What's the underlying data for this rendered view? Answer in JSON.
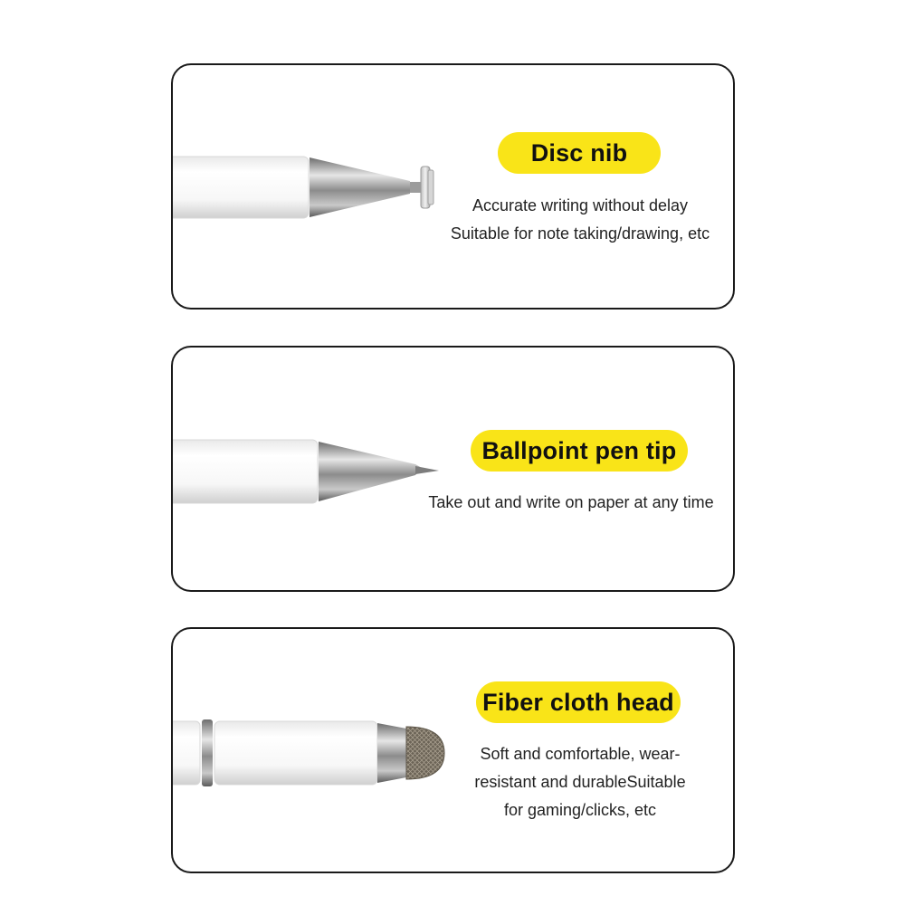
{
  "colors": {
    "badge": "#f9e418",
    "card_border": "#1a1a1a",
    "text": "#222222",
    "pen_body": "#ffffff",
    "metal": "#9a9a9a"
  },
  "features": [
    {
      "title": "Disc nib",
      "icon": "disc-nib-stylus-icon",
      "lines": [
        "Accurate writing without delay",
        "Suitable for note taking/drawing, etc"
      ]
    },
    {
      "title": "Ballpoint pen tip",
      "icon": "ballpoint-tip-icon",
      "lines": [
        "Take out and write on paper at any time"
      ]
    },
    {
      "title": "Fiber cloth head",
      "icon": "fiber-cloth-tip-icon",
      "lines": [
        "Soft and comfortable, wear-",
        "resistant and durableSuitable",
        "for gaming/clicks, etc"
      ]
    }
  ]
}
